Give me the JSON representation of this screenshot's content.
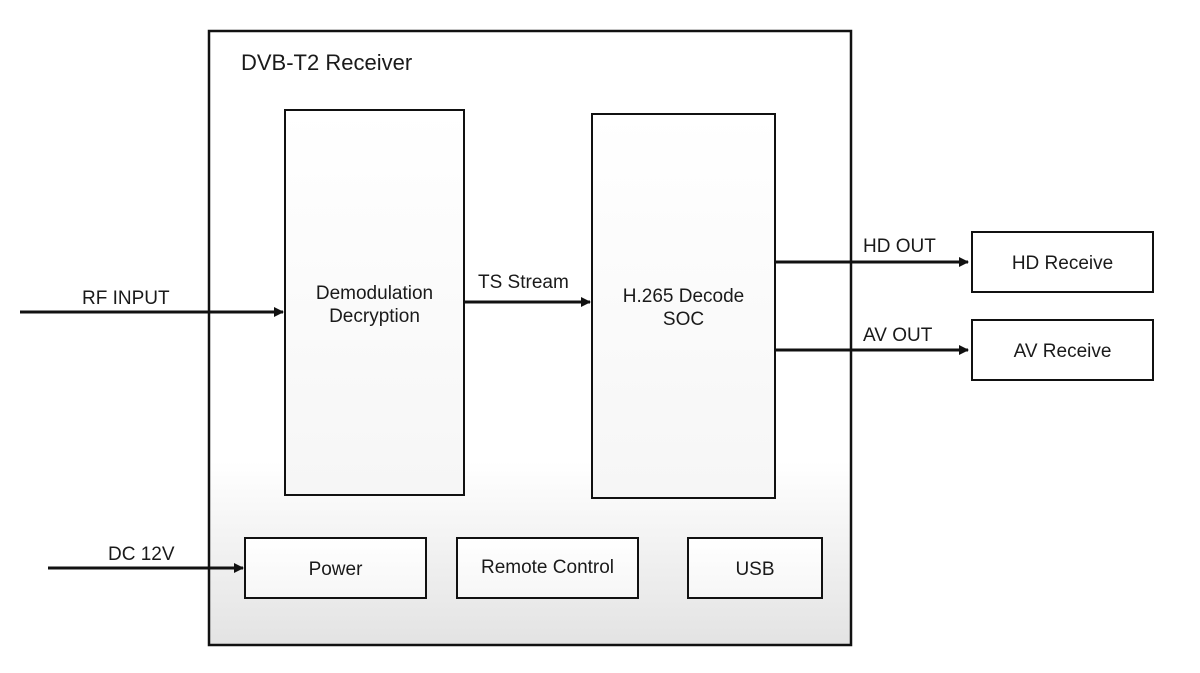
{
  "diagram": {
    "title": "DVB-T2 Receiver",
    "blocks": {
      "demod": [
        "Demodulation",
        "Decryption"
      ],
      "decode": [
        "H.265 Decode",
        "SOC"
      ],
      "power": "Power",
      "remote": "Remote Control",
      "usb": "USB",
      "hd_receive": "HD Receive",
      "av_receive": "AV Receive"
    },
    "signals": {
      "rf_input": "RF INPUT",
      "ts_stream": "TS Stream",
      "hd_out": "HD OUT",
      "av_out": "AV OUT",
      "dc_in": "DC 12V"
    },
    "colors": {
      "line": "#111111",
      "panel_top": "#ffffff",
      "panel_bottom": "#e6e6e6"
    }
  }
}
